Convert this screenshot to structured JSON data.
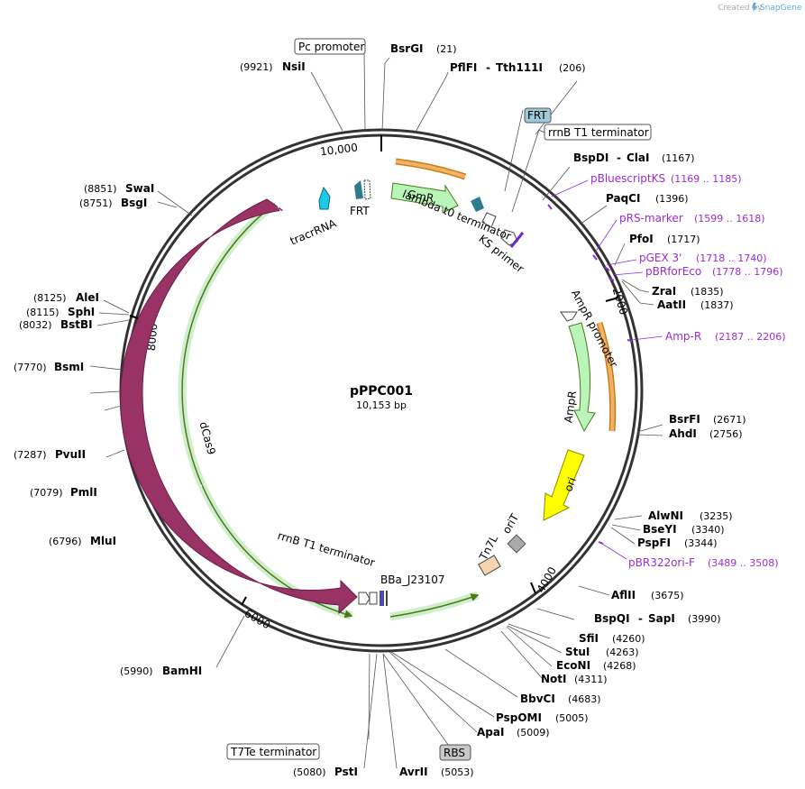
{
  "credit": {
    "text": "Created by",
    "brand": "SnapGene"
  },
  "plasmid": {
    "name": "pPPC001",
    "size_text": "10,153 bp"
  },
  "ticks": [
    "10,000",
    "2000",
    "4000",
    "6000",
    "8000"
  ],
  "restriction_sites": [
    {
      "name": "BsrGI",
      "pos": "(21)"
    },
    {
      "name": "PflFI",
      "sep": "-",
      "name2": "Tth111I",
      "pos": "(206)"
    },
    {
      "name": "NsiI",
      "pos": "(9921)"
    },
    {
      "name": "BspDI",
      "sep": "-",
      "name2": "ClaI",
      "pos": "(1167)"
    },
    {
      "name": "PaqCI",
      "pos": "(1396)"
    },
    {
      "name": "PfoI",
      "pos": "(1717)"
    },
    {
      "name": "ZraI",
      "pos": "(1835)"
    },
    {
      "name": "AatII",
      "pos": "(1837)"
    },
    {
      "name": "BsrFI",
      "pos": "(2671)"
    },
    {
      "name": "AhdI",
      "pos": "(2756)"
    },
    {
      "name": "AlwNI",
      "pos": "(3235)"
    },
    {
      "name": "BseYI",
      "pos": "(3340)"
    },
    {
      "name": "PspFI",
      "pos": "(3344)"
    },
    {
      "name": "AflII",
      "pos": "(3675)"
    },
    {
      "name": "BspQI",
      "sep": "-",
      "name2": "SapI",
      "pos": "(3990)"
    },
    {
      "name": "SfiI",
      "pos": "(4260)"
    },
    {
      "name": "StuI",
      "pos": "(4263)"
    },
    {
      "name": "EcoNI",
      "pos": "(4268)"
    },
    {
      "name": "NotI",
      "pos": "(4311)"
    },
    {
      "name": "BbvCI",
      "pos": "(4683)"
    },
    {
      "name": "PspOMI",
      "pos": "(5005)"
    },
    {
      "name": "ApaI",
      "pos": "(5009)"
    },
    {
      "name": "AvrII",
      "pos": "(5053)"
    },
    {
      "name": "PstI",
      "pos": "(5080)"
    },
    {
      "name": "BamHI",
      "pos": "(5990)"
    },
    {
      "name": "MluI",
      "pos": "(6796)"
    },
    {
      "name": "PmlI",
      "pos": "(7079)"
    },
    {
      "name": "PvuII",
      "pos": "(7287)"
    },
    {
      "name": "BsmI",
      "pos": "(7770)"
    },
    {
      "name": "BstBI",
      "pos": "(8032)"
    },
    {
      "name": "SphI",
      "pos": "(8115)"
    },
    {
      "name": "AleI",
      "pos": "(8125)"
    },
    {
      "name": "BsgI",
      "pos": "(8751)"
    },
    {
      "name": "SwaI",
      "pos": "(8851)"
    }
  ],
  "primers": [
    {
      "name": "pBluescriptKS",
      "range": "(1169 .. 1185)"
    },
    {
      "name": "pRS-marker",
      "range": "(1599 .. 1618)"
    },
    {
      "name": "pGEX 3'",
      "range": "(1718 .. 1740)"
    },
    {
      "name": "pBRforEco",
      "range": "(1778 .. 1796)"
    },
    {
      "name": "Amp-R",
      "range": "(2187 .. 2206)"
    },
    {
      "name": "pBR322ori-F",
      "range": "(3489 .. 3508)"
    }
  ],
  "boxed_labels": [
    {
      "text": "Pc promoter",
      "fill": "#ffffff"
    },
    {
      "text": "FRT",
      "fill": "#9ecbd8"
    },
    {
      "text": "rrnB T1 terminator",
      "fill": "#ffffff"
    },
    {
      "text": "T7Te terminator",
      "fill": "#ffffff"
    },
    {
      "text": "RBS",
      "fill": "#c8c8c8"
    }
  ],
  "features": [
    {
      "text": "GmR",
      "color": "#b9f5b9"
    },
    {
      "text": "lambda t0 terminator"
    },
    {
      "text": "KS primer"
    },
    {
      "text": "AmpR promoter"
    },
    {
      "text": "AmpR",
      "color": "#b9f5b9"
    },
    {
      "text": "ori",
      "color": "#ffff00"
    },
    {
      "text": "oriT",
      "color": "#a8aaac"
    },
    {
      "text": "Tn7L",
      "color": "#f5d5b0"
    },
    {
      "text": "BBa_J23107"
    },
    {
      "text": "rrnB T1 terminator"
    },
    {
      "text": "dCas9",
      "color": "#993366"
    },
    {
      "text": "tracrRNA",
      "color": "#1ec8e6"
    },
    {
      "text": "FRT",
      "color": "#2c7c8c"
    }
  ]
}
